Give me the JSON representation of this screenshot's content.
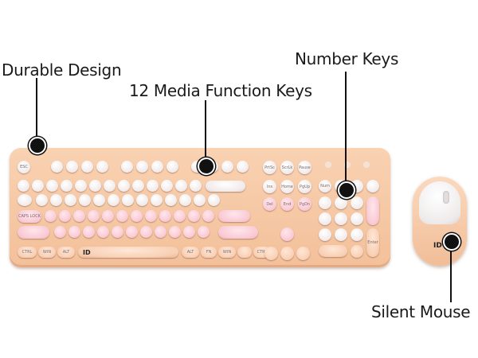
{
  "callouts": {
    "durable": "Durable Design",
    "media": "12 Media Function Keys",
    "number": "Number Keys",
    "mouse": "Silent Mouse"
  },
  "keyboard": {
    "brand_mark": "ID",
    "labels": {
      "esc": "ESC",
      "caps": "CAPS LOCK",
      "ctrl": "CTRL",
      "win": "WIN",
      "alt": "ALT",
      "fn": "FN",
      "enter": "Enter",
      "prtsc": "PrtSc",
      "scrlk": "ScrLk",
      "pause": "Pause",
      "ins": "Ins",
      "home": "Home",
      "pgup": "PgUp",
      "del": "Del",
      "end": "End",
      "pgdn": "PgDn",
      "num": "Num"
    }
  },
  "mouse": {
    "brand_mark": "ID"
  },
  "colors": {
    "body": "#f6c8a6",
    "key_white": "#f4eeee",
    "key_pink": "#f9c9d3",
    "key_peach": "#f8cfb4",
    "leader": "#111111"
  }
}
